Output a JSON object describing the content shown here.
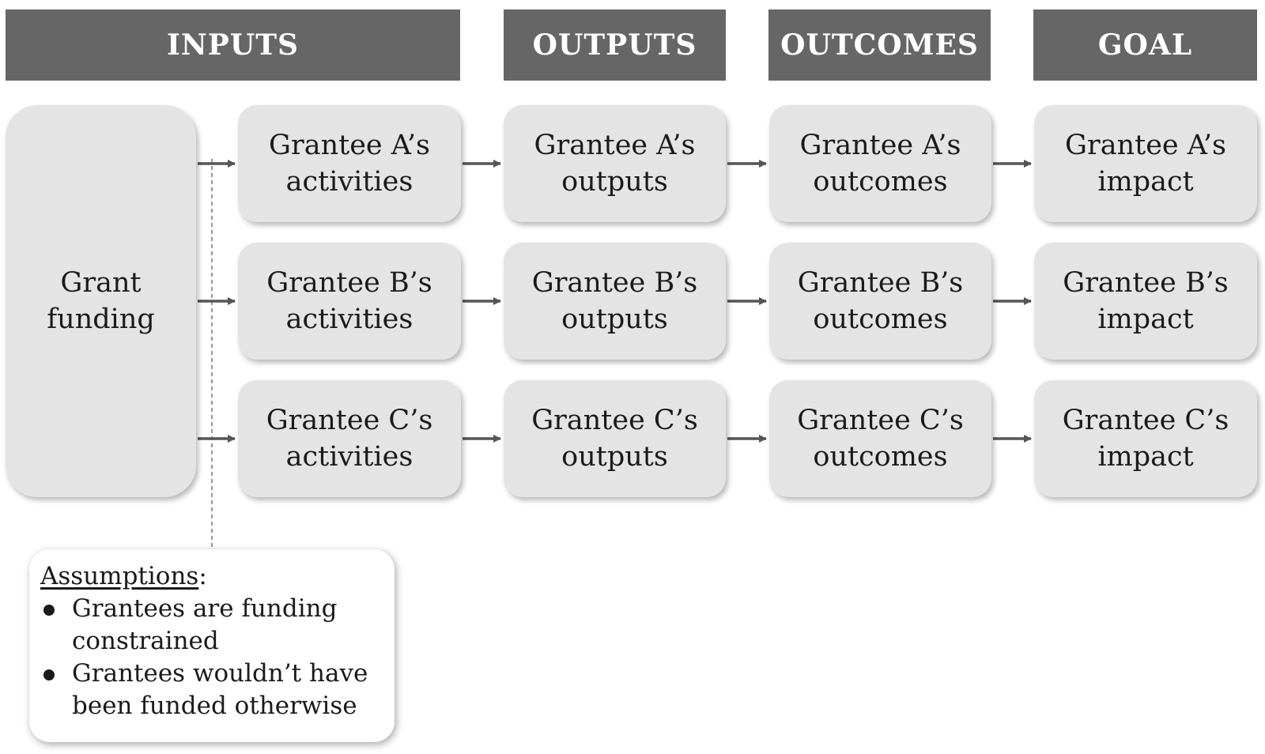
{
  "headers": {
    "inputs": "INPUTS",
    "outputs": "OUTPUTS",
    "outcomes": "OUTCOMES",
    "goal": "GOAL"
  },
  "grant_funding": {
    "line1": "Grant",
    "line2": "funding"
  },
  "rows": [
    {
      "activities": [
        "Grantee A’s",
        "activities"
      ],
      "outputs": [
        "Grantee A’s",
        "outputs"
      ],
      "outcomes": [
        "Grantee A’s",
        "outcomes"
      ],
      "impact": [
        "Grantee A’s",
        "impact"
      ]
    },
    {
      "activities": [
        "Grantee B’s",
        "activities"
      ],
      "outputs": [
        "Grantee B’s",
        "outputs"
      ],
      "outcomes": [
        "Grantee B’s",
        "outcomes"
      ],
      "impact": [
        "Grantee B’s",
        "impact"
      ]
    },
    {
      "activities": [
        "Grantee C’s",
        "activities"
      ],
      "outputs": [
        "Grantee C’s",
        "outputs"
      ],
      "outcomes": [
        "Grantee C’s",
        "outcomes"
      ],
      "impact": [
        "Grantee C’s",
        "impact"
      ]
    }
  ],
  "assumptions": {
    "title": "Assumptions",
    "title_suffix": ":",
    "items": [
      [
        "Grantees are funding",
        "constrained"
      ],
      [
        "Grantees wouldn’t have",
        "been funded otherwise"
      ]
    ]
  },
  "colors": {
    "header_bg": "#666666",
    "box_bg": "#e4e4e4",
    "arrow": "#555555"
  }
}
